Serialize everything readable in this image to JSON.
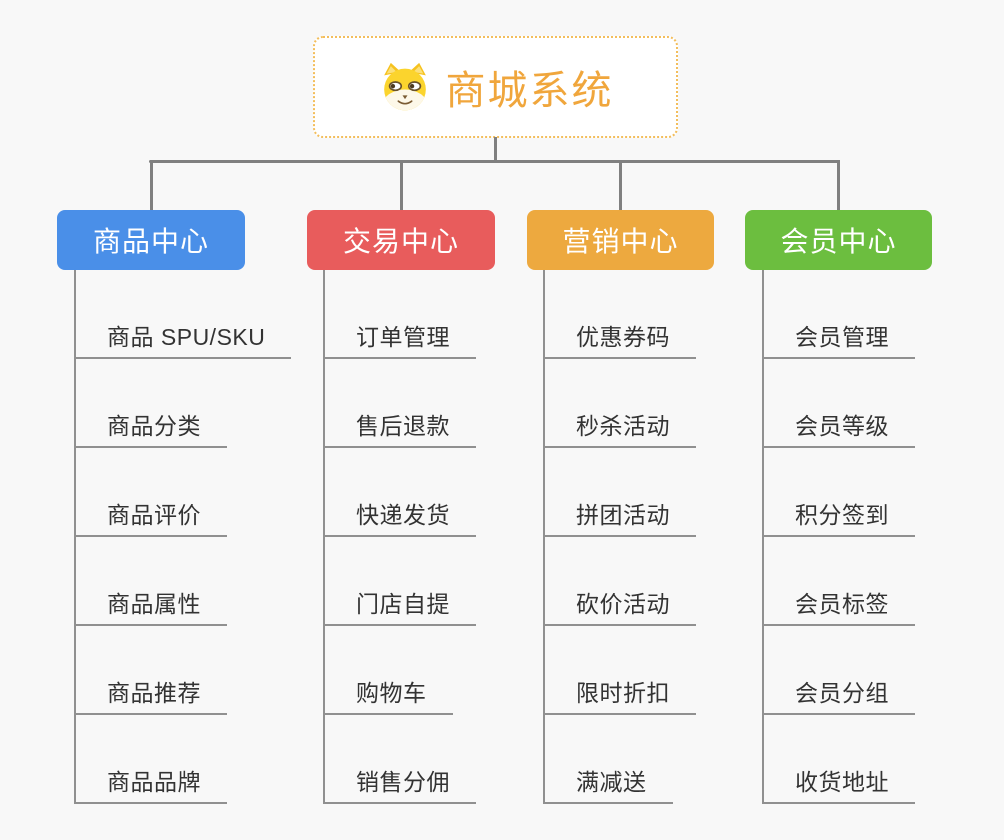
{
  "background": "#f8f8f8",
  "root": {
    "title": "商城系统",
    "icon": "dog-face-icon",
    "text_color": "#F0A63C",
    "border_color": "#F3BE5C",
    "fill": "#ffffff"
  },
  "connector_color": "#808080",
  "child_line_color": "#909090",
  "branches": [
    {
      "label": "商品中心",
      "color": "#4A8FE8",
      "items": [
        "商品 SPU/SKU",
        "商品分类",
        "商品评价",
        "商品属性",
        "商品推荐",
        "商品品牌"
      ]
    },
    {
      "label": "交易中心",
      "color": "#E85C5C",
      "items": [
        "订单管理",
        "售后退款",
        "快递发货",
        "门店自提",
        "购物车",
        "销售分佣"
      ]
    },
    {
      "label": "营销中心",
      "color": "#EDA93F",
      "items": [
        "优惠券码",
        "秒杀活动",
        "拼团活动",
        "砍价活动",
        "限时折扣",
        "满减送"
      ]
    },
    {
      "label": "会员中心",
      "color": "#6CBE3F",
      "items": [
        "会员管理",
        "会员等级",
        "积分签到",
        "会员标签",
        "会员分组",
        "收货地址"
      ]
    }
  ]
}
